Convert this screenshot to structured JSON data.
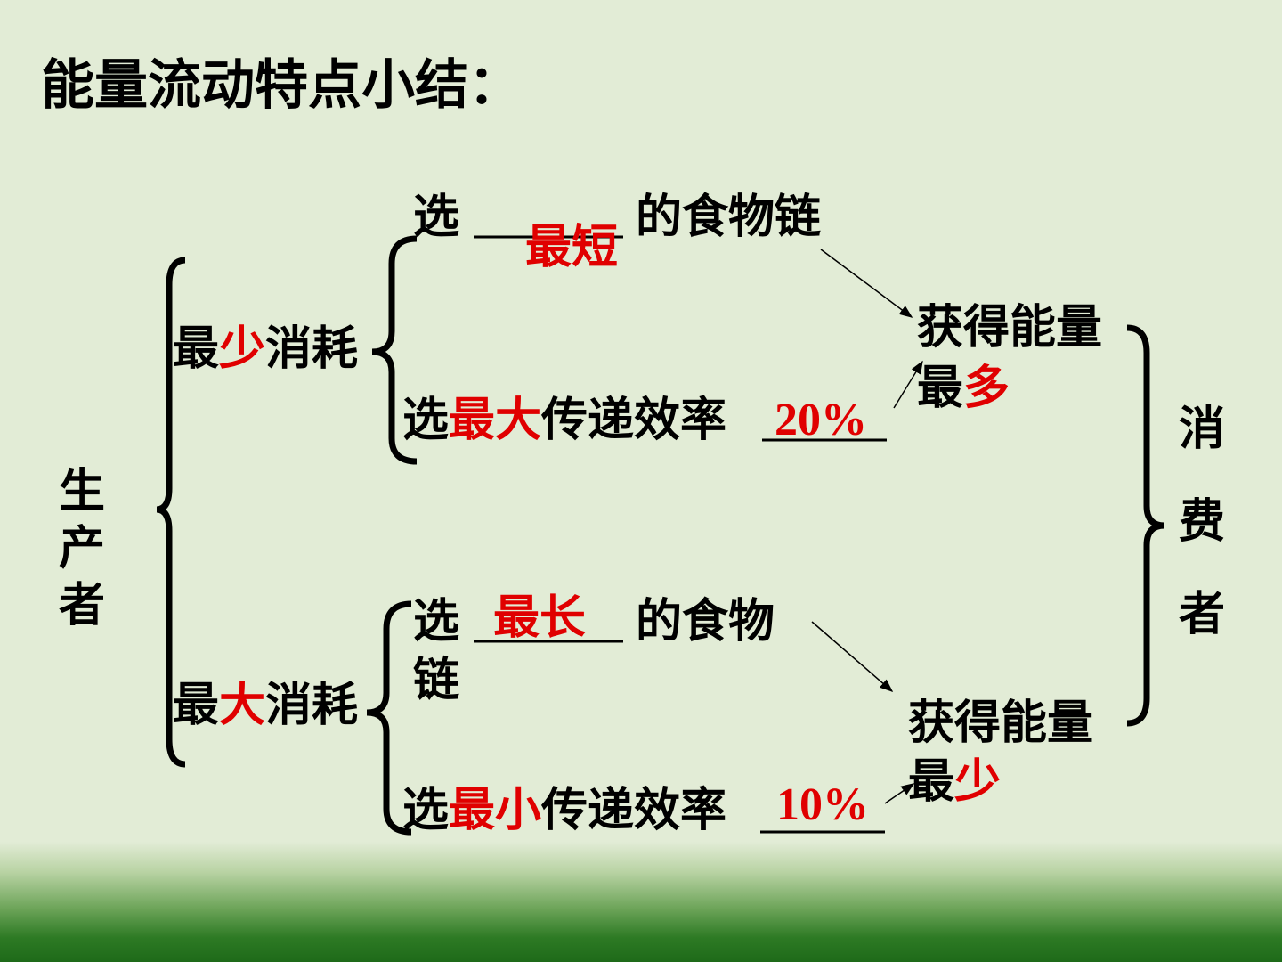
{
  "title": "能量流动特点小结：",
  "producer": [
    "生",
    "产",
    "者"
  ],
  "consumer": [
    "消",
    "费",
    "者"
  ],
  "upper": {
    "consume_prefix": "最",
    "consume_red": "少",
    "consume_suffix": "消耗",
    "chain_prefix": "选",
    "chain_answer": "最短",
    "chain_suffix": "的食物链",
    "eff_prefix": "选",
    "eff_red": "最大",
    "eff_suffix": "传递效率",
    "eff_answer": "20%",
    "result_line1": "获得能量",
    "result_prefix": "最",
    "result_red": "多"
  },
  "lower": {
    "consume_prefix": "最",
    "consume_red": "大",
    "consume_suffix": "消耗",
    "chain_prefix": "选",
    "chain_answer": "最长",
    "chain_suffix": "的食物",
    "chain_wrap": "链",
    "eff_prefix": "选",
    "eff_red": "最小",
    "eff_suffix": "传递效率",
    "eff_answer": "10%",
    "result_line1": "获得能量",
    "result_prefix": "最",
    "result_red": "少"
  },
  "colors": {
    "accent": "#e00000",
    "background": "#e2ecd6",
    "band": "#2d7a24"
  }
}
